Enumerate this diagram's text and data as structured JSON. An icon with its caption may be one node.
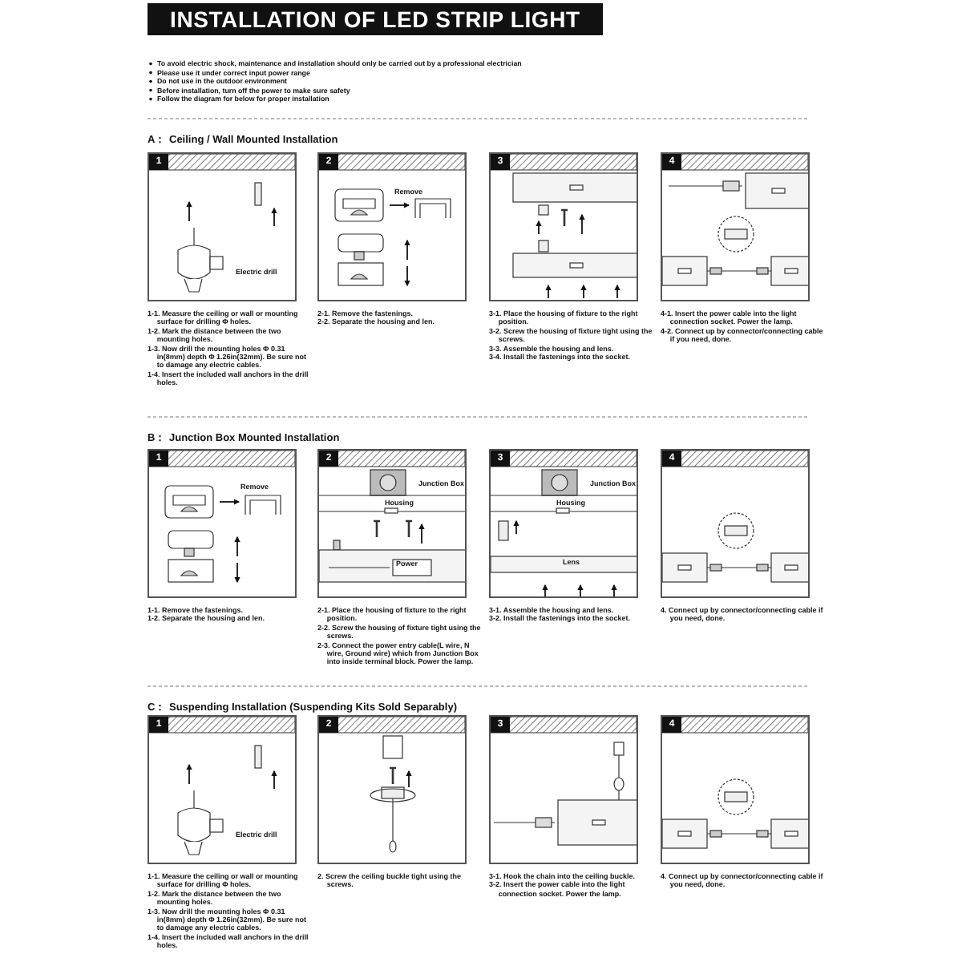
{
  "diagram": {
    "title": "INSTALLATION OF LED STRIP LIGHT",
    "nodes": [
      {
        "text": [
          "1"
        ],
        "beside": [
          "1-1. Measure the ceiling or wall or mounting surface for drilling Φ holes.",
          "1-2. Mark the distance between the two mounting holes.",
          "1-3. Now drill the mounting holes Φ 0.31 in(8mm) depth Φ 1.26in(32mm). Be sure not to damage any electric cables.",
          "1-4. Insert the included wall anchors in the drill holes."
        ]
      },
      {
        "text": [
          "2"
        ],
        "beside": [
          "2-1. Remove the fastenings.",
          "2-2. Separate the housing and len."
        ]
      },
      {
        "text": [
          "3"
        ],
        "beside": [
          "3-1. Place the housing of fixture to the right position.",
          "3-2. Screw the housing of fixture tight using the screws.",
          "3-3. Assemble the housing and lens.",
          "3-4. Install the fastenings into the socket."
        ]
      },
      {
        "text": [
          "4"
        ],
        "beside": [
          "4-1. Insert the power cable into the light connection socket. Power the lamp.",
          "4-2. Connect up by connector/connecting cable if you need, done."
        ]
      },
      {
        "text": [
          "1"
        ],
        "beside": [
          "1-1. Remove the fastenings.",
          "1-2. Separate the housing and len."
        ]
      },
      {
        "text": [
          "2"
        ],
        "beside": [
          "2-1. Place the housing of fixture to the right position.",
          "2-2. Screw the housing of fixture tight using the screws.",
          "2-3. Connect the power entry cable(L wire, N wire, Ground wire) which from Junction Box into inside terminal block. Power the lamp."
        ]
      },
      {
        "text": [
          "3"
        ],
        "beside": [
          "3-1. Assemble the housing and lens.",
          "3-2. Install the fastenings into the socket."
        ]
      },
      {
        "text": [
          "4"
        ],
        "beside": [
          "4. Connect up by connector/connecting cable if you need, done."
        ]
      },
      {
        "text": [
          "1"
        ],
        "beside": [
          "1-1. Measure the ceiling or wall or mounting surface for drilling Φ holes.",
          "1-2. Mark the distance between the two mounting holes.",
          "1-3. Now drill the mounting holes Φ 0.31 in(8mm) depth Φ 1.26in(32mm). Be sure not to damage any electric cables.",
          "1-4. Insert the included wall anchors in the drill holes."
        ]
      },
      {
        "text": [
          "2"
        ],
        "beside": [
          "2. Screw the ceiling buckle tight using the screws."
        ]
      },
      {
        "text": [
          "3"
        ],
        "beside": [
          "3-1. Hook the chain into the ceiling buckle.",
          "3-2. Insert the power cable into the light connection socket. Power the lamp."
        ]
      },
      {
        "text": [
          "4"
        ],
        "beside": [
          "4. Connect up by connector/connecting cable if you need, done."
        ]
      }
    ],
    "labels": [
      "To avoid electric shock, maintenance and installation should only be carried out by a professional electrician",
      "Please use it under correct input power range",
      "Do not use in the outdoor environment",
      "Before installation, turn off the power to make sure safety",
      "Follow the diagram for below for proper installation",
      "A： Ceiling / Wall Mounted Installation",
      "Electric drill",
      "Remove",
      "B： Junction Box Mounted Installation",
      "Remove",
      "Junction Box",
      "Housing",
      "Power",
      "Junction Box",
      "Housing",
      "Lens",
      "C： Suspending Installation (Suspending Kits Sold Separably)",
      "Electric drill"
    ]
  }
}
